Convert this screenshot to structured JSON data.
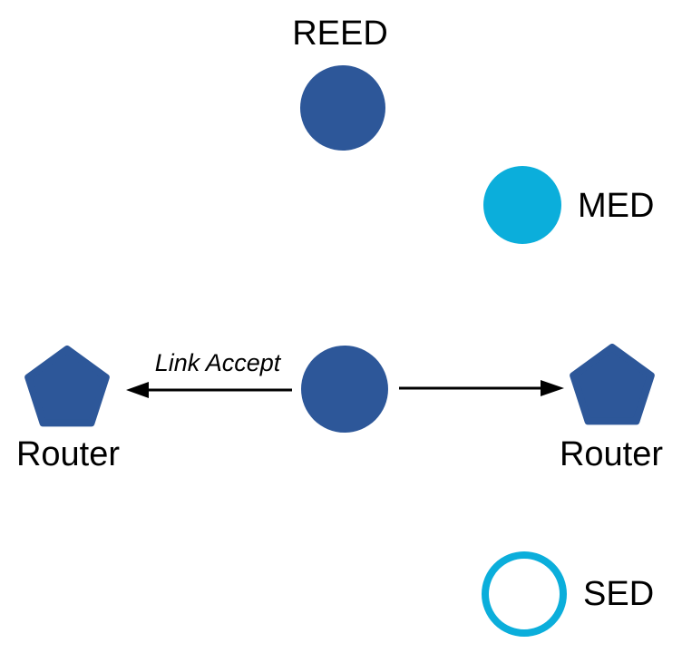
{
  "diagram": {
    "title": "Thread-style network device roles diagram",
    "colors": {
      "node_blue": "#2D5799",
      "node_cyan": "#0BAEDB",
      "sed_ring": "#0BAEDB",
      "sed_fill": "#ffffff",
      "arrow": "#000000",
      "background": "#ffffff"
    },
    "labels": {
      "reed": "REED",
      "med": "MED",
      "sed": "SED",
      "router_left": "Router",
      "router_right": "Router",
      "link_accept": "Link Accept"
    },
    "nodes": [
      {
        "id": "reed",
        "label": "REED",
        "shape": "circle",
        "style": "filled-blue",
        "label_position": "top"
      },
      {
        "id": "med",
        "label": "MED",
        "shape": "circle",
        "style": "filled-cyan",
        "label_position": "right"
      },
      {
        "id": "center-node",
        "label": "",
        "shape": "circle",
        "style": "filled-blue",
        "label_position": "none"
      },
      {
        "id": "router-left",
        "label": "Router",
        "shape": "pentagon",
        "style": "filled-blue",
        "label_position": "bottom"
      },
      {
        "id": "router-right",
        "label": "Router",
        "shape": "pentagon",
        "style": "filled-blue",
        "label_position": "bottom"
      },
      {
        "id": "sed",
        "label": "SED",
        "shape": "circle-outline",
        "style": "cyan-ring",
        "label_position": "right"
      }
    ],
    "edges": [
      {
        "from": "center-node",
        "to": "router-left",
        "label": "Link Accept",
        "arrowhead": "left"
      },
      {
        "from": "center-node",
        "to": "router-right",
        "label": "",
        "arrowhead": "right"
      }
    ]
  }
}
